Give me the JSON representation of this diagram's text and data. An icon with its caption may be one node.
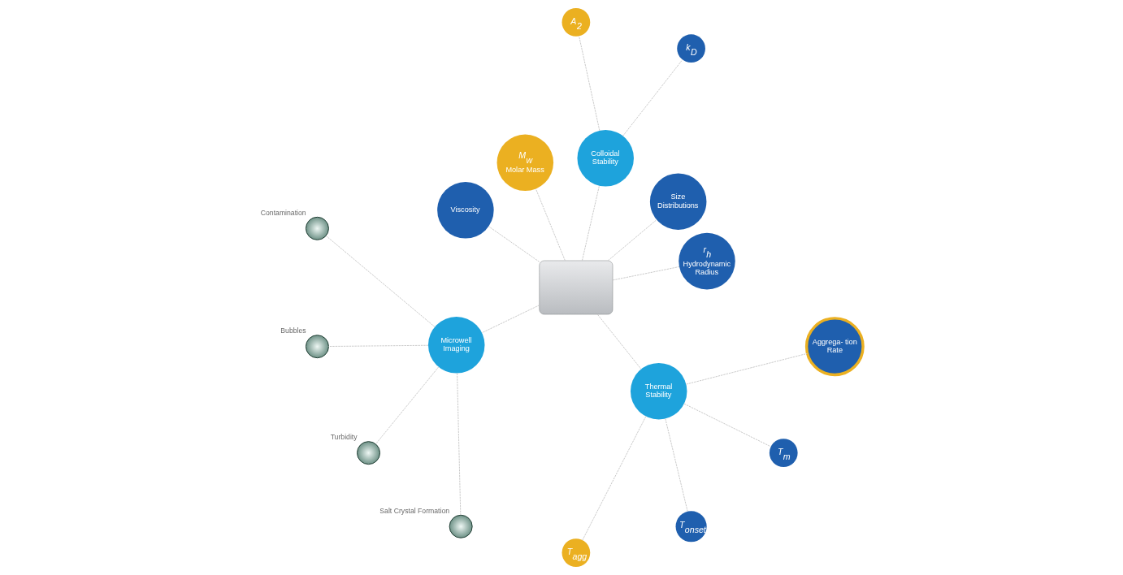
{
  "diagram": {
    "nodes": [
      {
        "text": [],
        "shape": "picture"
      },
      {
        "text": [
          "r$_{h}$",
          "Hydrodynamic Radius"
        ]
      },
      {
        "text": [
          "Size Distributions"
        ]
      },
      {
        "text": [
          "Colloidal Stability"
        ]
      },
      {
        "text": [
          "k$_{D}$"
        ]
      },
      {
        "text": [
          "A$_{2}$"
        ]
      },
      {
        "text": [
          "M$_{w}$",
          "Molar Mass"
        ]
      },
      {
        "text": [
          "Viscosity"
        ]
      },
      {
        "text": [
          "Microwell Imaging"
        ]
      },
      {
        "text": [],
        "shape": "picture",
        "beside": [
          "Contamination"
        ]
      },
      {
        "text": [],
        "shape": "picture",
        "beside": [
          "Bubbles"
        ]
      },
      {
        "text": [],
        "shape": "picture",
        "beside": [
          "Turbidity"
        ]
      },
      {
        "text": [],
        "shape": "picture",
        "beside": [
          "Salt Crystal Formation"
        ]
      },
      {
        "text": [
          "Thermal Stability"
        ]
      },
      {
        "text": [
          "T$_{agg}$"
        ]
      },
      {
        "text": [
          "T$_{onset}$"
        ]
      },
      {
        "text": [
          "T$_{m}$"
        ]
      },
      {
        "text": [
          "Aggrega- tion Rate"
        ]
      }
    ],
    "edges": [
      {
        "from": 0,
        "to": 1,
        "arrow": "none",
        "style": "dashed"
      },
      {
        "from": 0,
        "to": 2,
        "arrow": "none",
        "style": "dashed"
      },
      {
        "from": 0,
        "to": 3,
        "arrow": "none",
        "style": "dashed"
      },
      {
        "from": 3,
        "to": 4,
        "arrow": "none",
        "style": "dashed"
      },
      {
        "from": 3,
        "to": 5,
        "arrow": "none",
        "style": "dashed"
      },
      {
        "from": 0,
        "to": 6,
        "arrow": "none",
        "style": "dashed"
      },
      {
        "from": 0,
        "to": 7,
        "arrow": "none",
        "style": "dashed"
      },
      {
        "from": 0,
        "to": 8,
        "arrow": "none",
        "style": "dashed"
      },
      {
        "from": 8,
        "to": 9,
        "arrow": "none",
        "style": "dashed"
      },
      {
        "from": 8,
        "to": 10,
        "arrow": "none",
        "style": "dashed"
      },
      {
        "from": 8,
        "to": 11,
        "arrow": "none",
        "style": "dashed"
      },
      {
        "from": 8,
        "to": 12,
        "arrow": "none",
        "style": "dashed"
      },
      {
        "from": 0,
        "to": 13,
        "arrow": "none",
        "style": "dashed"
      },
      {
        "from": 13,
        "to": 14,
        "arrow": "none",
        "style": "dashed"
      },
      {
        "from": 13,
        "to": 15,
        "arrow": "none",
        "style": "dashed"
      },
      {
        "from": 13,
        "to": 16,
        "arrow": "none",
        "style": "dashed"
      },
      {
        "from": 13,
        "to": 17,
        "arrow": "none",
        "style": "dashed"
      }
    ]
  }
}
